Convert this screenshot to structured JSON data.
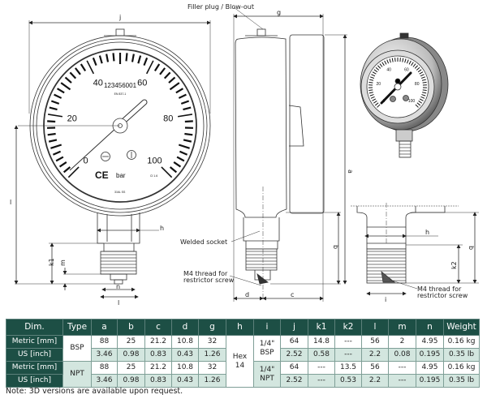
{
  "drawing": {
    "labels": {
      "filler_plug": "Filler plug / Blow-out",
      "j": "j",
      "g": "g",
      "a": "a",
      "b": "b",
      "c": "c",
      "d": "d",
      "h": "h",
      "l": "l",
      "k1": "k1",
      "m": "m",
      "n": "n",
      "i": "i",
      "k2": "k2",
      "welded_socket": "Welded socket",
      "m4_line1": "M4 thread for",
      "m4_line2": "restrictor screw"
    },
    "dial": {
      "scale": [
        "0",
        "20",
        "40",
        "60",
        "80",
        "100"
      ],
      "serial": "123456001",
      "standard": "EN 837-1",
      "unit": "bar",
      "class": "Cl 1.6",
      "material": "316L SS",
      "ce_mark": "CE"
    }
  },
  "table": {
    "headers": [
      "Dim.",
      "Type",
      "a",
      "b",
      "c",
      "d",
      "g",
      "h",
      "i",
      "j",
      "k1",
      "k2",
      "l",
      "m",
      "n",
      "Weight"
    ],
    "h_value_line1": "Hex",
    "h_value_line2": "14",
    "groups": [
      {
        "type": "BSP",
        "i_line1": "1/4\"",
        "i_line2": "BSP",
        "rows": [
          {
            "dim": "Metric [mm]",
            "a": "88",
            "b": "25",
            "c": "21.2",
            "d": "10.8",
            "g": "32",
            "j": "64",
            "k1": "14.8",
            "k2": "---",
            "l": "56",
            "m": "2",
            "n": "4.95",
            "weight": "0.16 kg"
          },
          {
            "dim": "US [inch]",
            "a": "3.46",
            "b": "0.98",
            "c": "0.83",
            "d": "0.43",
            "g": "1.26",
            "j": "2.52",
            "k1": "0.58",
            "k2": "---",
            "l": "2.2",
            "m": "0.08",
            "n": "0.195",
            "weight": "0.35 lb"
          }
        ]
      },
      {
        "type": "NPT",
        "i_line1": "1/4\"",
        "i_line2": "NPT",
        "rows": [
          {
            "dim": "Metric [mm]",
            "a": "88",
            "b": "25",
            "c": "21.2",
            "d": "10.8",
            "g": "32",
            "j": "64",
            "k1": "---",
            "k2": "13.5",
            "l": "56",
            "m": "---",
            "n": "4.95",
            "weight": "0.16 kg"
          },
          {
            "dim": "US [inch]",
            "a": "3.46",
            "b": "0.98",
            "c": "0.83",
            "d": "0.43",
            "g": "1.26",
            "j": "2.52",
            "k1": "---",
            "k2": "0.53",
            "l": "2.2",
            "m": "---",
            "n": "0.195",
            "weight": "0.35 lb"
          }
        ]
      }
    ]
  },
  "note": "Note: 3D versions are available upon request.",
  "colors": {
    "header": "#1d4f45",
    "light_row": "#d3e6df"
  }
}
